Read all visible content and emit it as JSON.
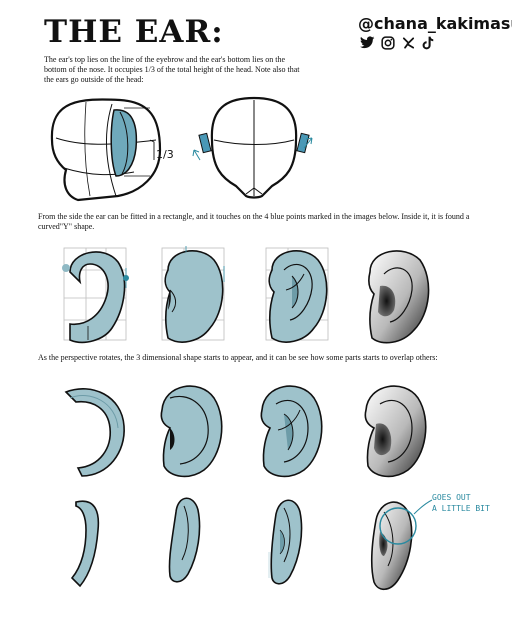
{
  "title": "THE EAR:",
  "handle": "@chana_kakimasu",
  "socials": [
    "twitter-icon",
    "instagram-icon",
    "kofi-icon",
    "tiktok-icon"
  ],
  "paragraphs": {
    "top": "The ear's top lies on the line of the eyebrow and the ear's bottom lies on the bottom of the nose. It occupies 1/3 of the total height of the head. Note also that the ears go outside of the head:",
    "side": "From the side the ear can be fitted in a rectangle, and it touches on the 4 blue points marked in the images below. Inside it, it is found a curved\"Y\" shape.",
    "perspective": "As the perspective rotates, the 3 dimensional shape starts to appear, and it can be see how some parts starts  to overlap others:"
  },
  "annotations": {
    "fraction": "1/3",
    "goes_out_line1": "GOES OUT",
    "goes_out_line2": "A LITTLE BIT"
  },
  "colors": {
    "ear_fill": "#9ec2cb",
    "ear_dark": "#6d9ca8",
    "accent": "#2a8aa0",
    "ink": "#111111"
  }
}
